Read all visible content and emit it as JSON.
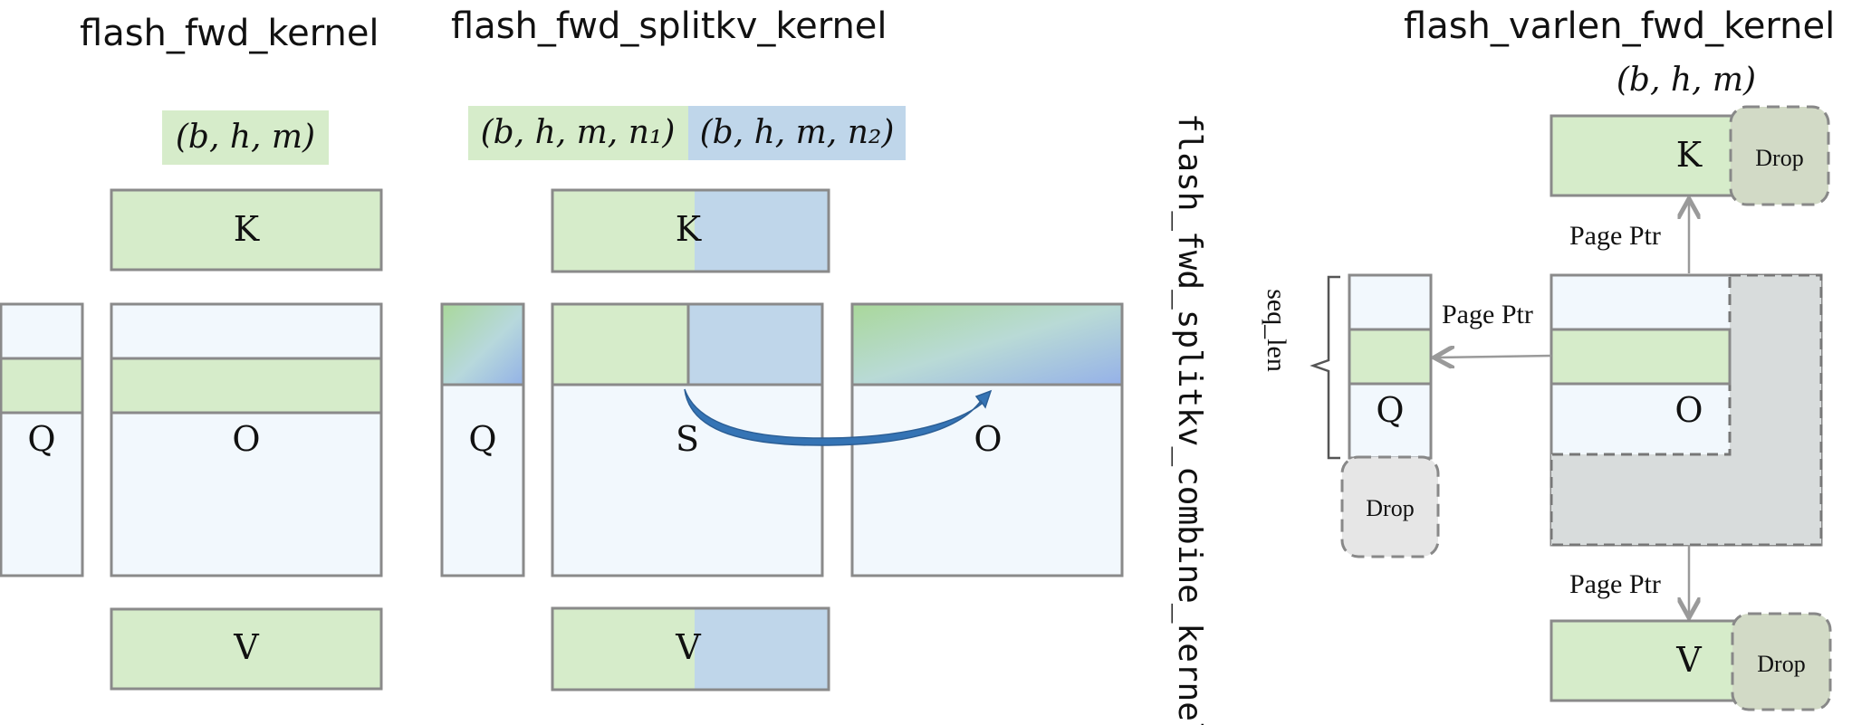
{
  "panels": {
    "fwd": {
      "title": "flash_fwd_kernel",
      "grid": "(b, h, m)",
      "labels": {
        "k": "K",
        "q": "Q",
        "o": "O",
        "v": "V"
      }
    },
    "splitkv": {
      "title": "flash_fwd_splitkv_kernel",
      "grid1": "(b, h, m, n₁)",
      "grid2": "(b, h, m, n₂)",
      "labels": {
        "k": "K",
        "q": "Q",
        "s": "S",
        "o": "O",
        "v": "V"
      }
    },
    "combine": {
      "title": "flash_fwd_splitkv_combine_kernel"
    },
    "varlen": {
      "title": "flash_varlen_fwd_kernel",
      "grid": "(b, h, m)",
      "labels": {
        "k": "K",
        "q": "Q",
        "o": "O",
        "v": "V"
      },
      "page_ptr": "Page Ptr",
      "drop": "Drop",
      "seq_len": "seq_len"
    }
  },
  "colors": {
    "green": "#d6ecca",
    "blue": "#bfd6ea",
    "pale": "#f2f8fd",
    "gray": "#d8dcdc",
    "drop_fill": "#d2dac6",
    "arrow": "#3574b5"
  }
}
